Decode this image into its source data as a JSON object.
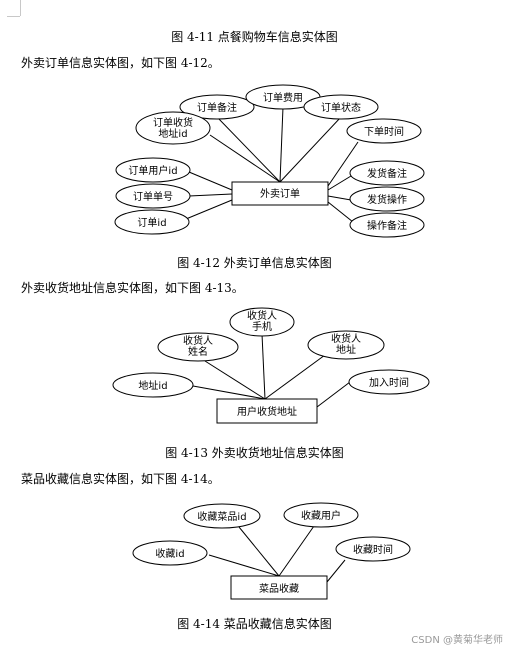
{
  "captions": {
    "fig_4_11": "图 4-11 点餐购物车信息实体图",
    "fig_4_12": "图 4-12 外卖订单信息实体图",
    "fig_4_13": "图 4-13 外卖收货地址信息实体图",
    "fig_4_14": "图 4-14 菜品收藏信息实体图"
  },
  "paragraphs": {
    "p_4_12": "外卖订单信息实体图，如下图 4-12。",
    "p_4_13": "外卖收货地址信息实体图，如下图 4-13。",
    "p_4_14": "菜品收藏信息实体图，如下图 4-14。"
  },
  "diagram_4_12": {
    "entity": "外卖订单",
    "attributes": [
      "订单备注",
      "订单费用",
      "订单状态",
      "订单收货\n地址id",
      "下单时间",
      "订单用户id",
      "发货备注",
      "订单单号",
      "发货操作",
      "订单id",
      "操作备注"
    ]
  },
  "diagram_4_13": {
    "entity": "用户收货地址",
    "attributes": [
      "收货人\n手机",
      "收货人\n姓名",
      "收货人\n地址",
      "地址id",
      "加入时间"
    ]
  },
  "diagram_4_14": {
    "entity": "菜品收藏",
    "attributes": [
      "收藏菜品id",
      "收藏用户",
      "收藏id",
      "收藏时间"
    ]
  },
  "watermark": "CSDN @黄菊华老师"
}
